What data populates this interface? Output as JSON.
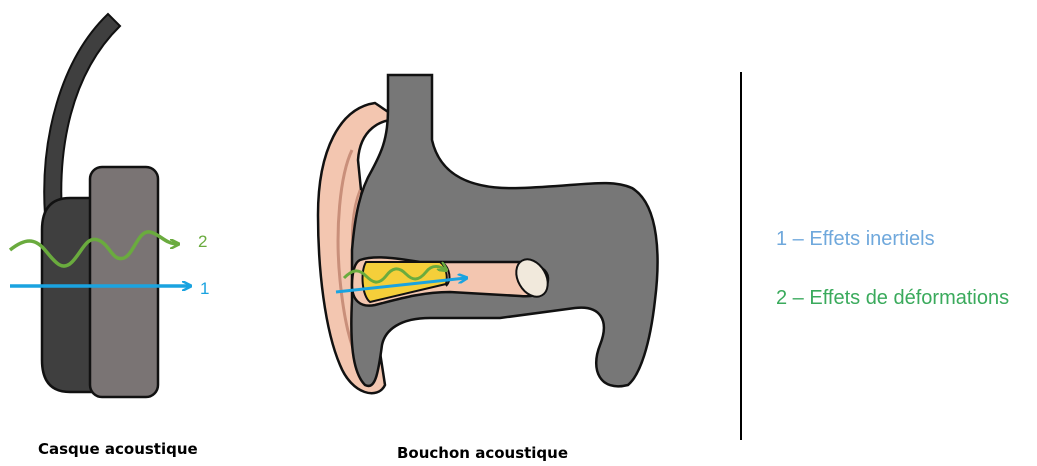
{
  "colors": {
    "inertial": "#1aa3e0",
    "deformation": "#6aab3e",
    "legend_inertial": "#6fa8dc",
    "legend_deformation": "#3aaa5c",
    "headphone_dark": "#3f3f3f",
    "headphone_cup": "#7a7474",
    "skull": "#777777",
    "skin": "#f3c6b0",
    "plug": "#f5cf3a"
  },
  "headphone": {
    "caption": "Casque acoustique",
    "arrow_1_label": "1",
    "arrow_2_label": "2"
  },
  "earplug": {
    "caption": "Bouchon acoustique"
  },
  "legend": {
    "item_1": "1 – Effets inertiels",
    "item_2": "2 – Effets de déformations"
  }
}
